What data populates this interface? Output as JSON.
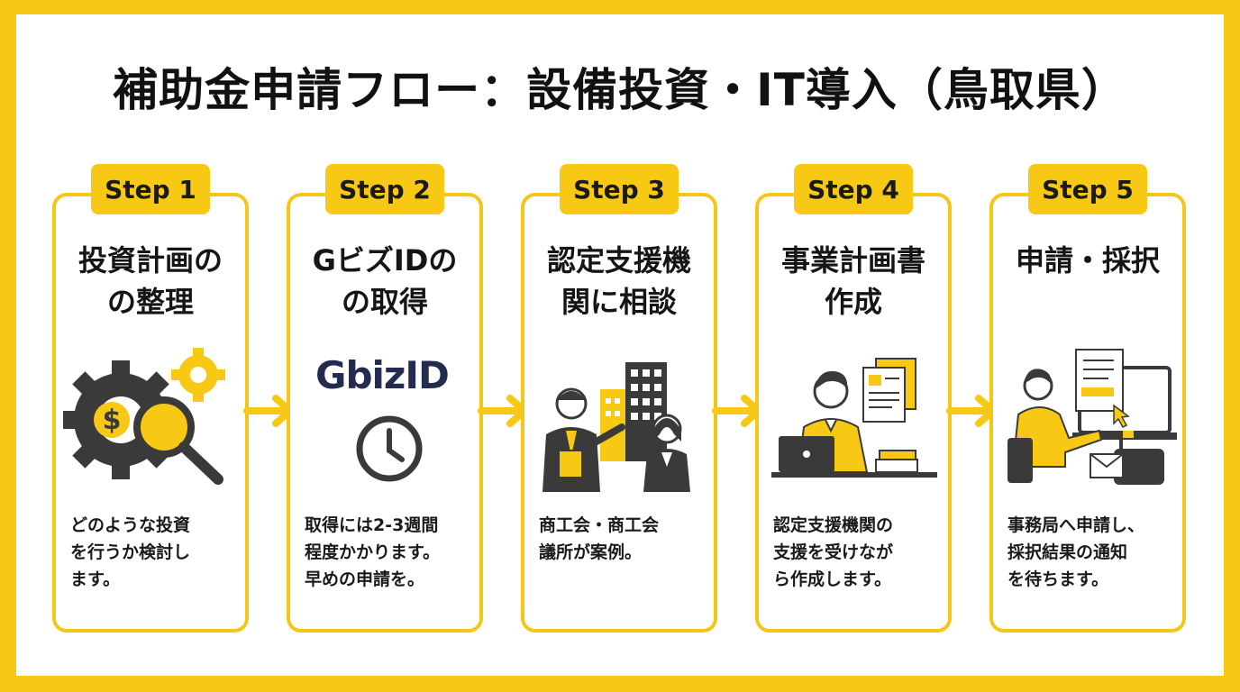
{
  "title": "補助金申請フロー：設備投資・IT導入（鳥取県）",
  "steps": [
    {
      "badge": "Step 1",
      "title": "投資計画の\nの整理",
      "desc": "どのような投資\nを行うか検討し\nます。",
      "icon": "gear-money-magnifier-icon"
    },
    {
      "badge": "Step 2",
      "title": "GビズIDの\nの取得",
      "desc": "取得には2-3週間\n程度かかります。\n早めの申請を。",
      "icon": "clock-icon",
      "logo_text": "GbizID"
    },
    {
      "badge": "Step 3",
      "title": "認定支援機\n関に相談",
      "desc": "商工会・商工会\n議所が案例。",
      "icon": "consultation-people-icon"
    },
    {
      "badge": "Step 4",
      "title": "事業計画書\n作成",
      "desc": "認定支援機関の\n支援を受けなが\nら作成します。",
      "icon": "person-laptop-documents-icon"
    },
    {
      "badge": "Step 5",
      "title": "申請・採択",
      "desc": "事務局へ申請し、\n採択結果の通知\nを待ちます。",
      "icon": "submission-mailbox-icon"
    }
  ],
  "colors": {
    "background": "#F7C814",
    "accent": "#F5C518",
    "text": "#111111",
    "dark": "#3A3A3A",
    "logo": "#232C4E"
  }
}
